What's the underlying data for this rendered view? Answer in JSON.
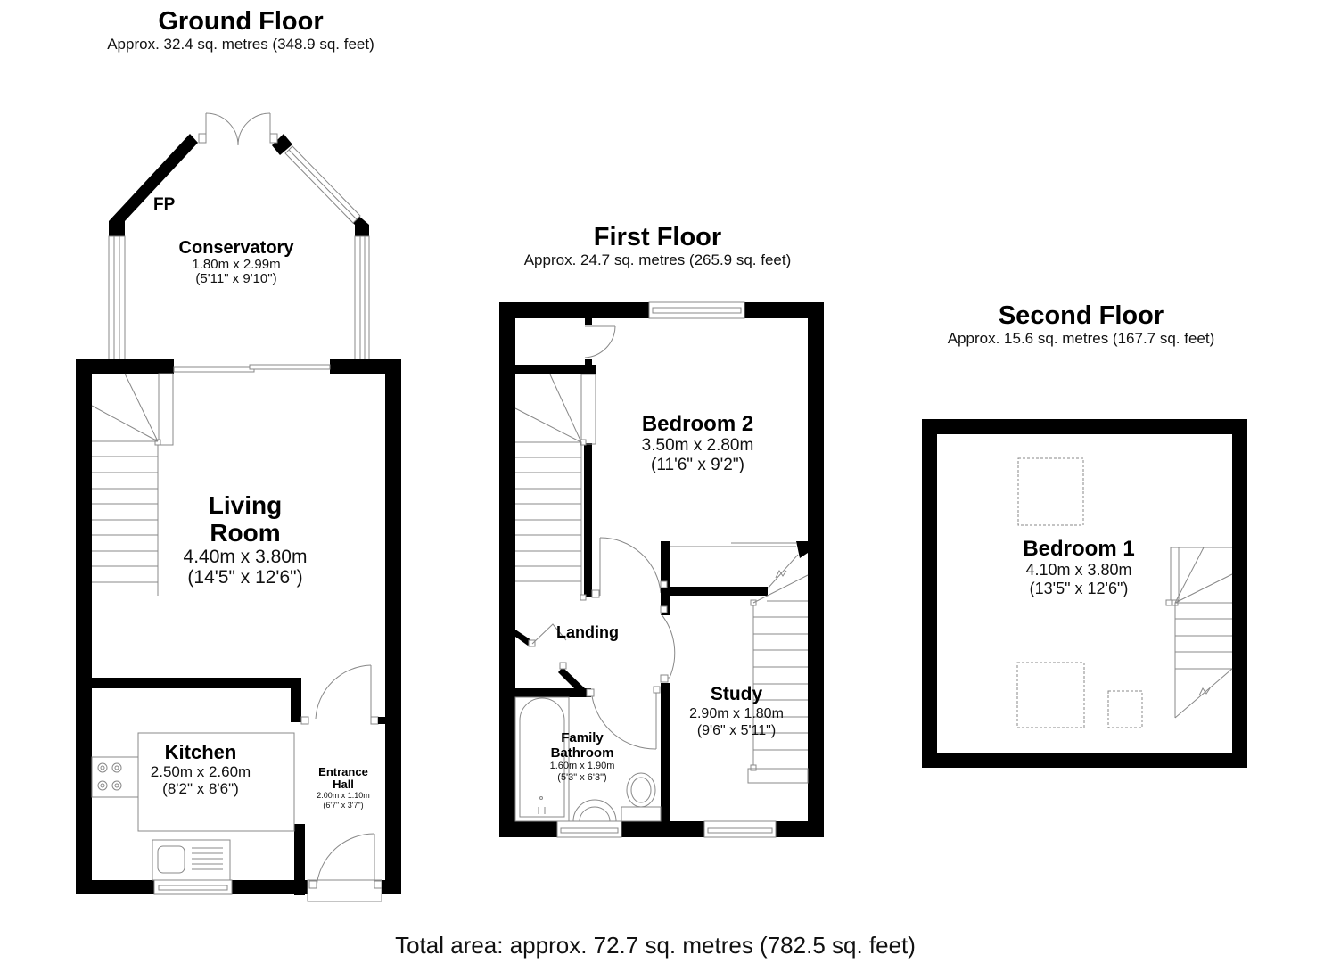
{
  "floors": {
    "ground": {
      "title": "Ground Floor",
      "area": "Approx. 32.4 sq. metres (348.9 sq. feet)",
      "rooms": {
        "conservatory": {
          "name": "Conservatory",
          "metric": "1.80m x 2.99m",
          "imperial": "(5'11\" x 9'10\")"
        },
        "fp_label": "FP",
        "living": {
          "name_line1": "Living",
          "name_line2": "Room",
          "metric": "4.40m x 3.80m",
          "imperial": "(14'5\" x 12'6\")"
        },
        "kitchen": {
          "name": "Kitchen",
          "metric": "2.50m x 2.60m",
          "imperial": "(8'2\" x 8'6\")"
        },
        "entrance": {
          "name_line1": "Entrance",
          "name_line2": "Hall",
          "metric": "2.00m x 1.10m",
          "imperial": "(6'7\" x 3'7\")"
        }
      }
    },
    "first": {
      "title": "First Floor",
      "area": "Approx. 24.7 sq. metres (265.9 sq. feet)",
      "rooms": {
        "bedroom2": {
          "name": "Bedroom 2",
          "metric": "3.50m x 2.80m",
          "imperial": "(11'6\" x 9'2\")"
        },
        "landing": {
          "name": "Landing"
        },
        "bathroom": {
          "name_line1": "Family",
          "name_line2": "Bathroom",
          "metric": "1.60m x 1.90m",
          "imperial": "(5'3\" x 6'3\")"
        },
        "study": {
          "name": "Study",
          "metric": "2.90m x 1.80m",
          "imperial": "(9'6\" x 5'11\")"
        }
      }
    },
    "second": {
      "title": "Second Floor",
      "area": "Approx. 15.6 sq. metres (167.7 sq. feet)",
      "rooms": {
        "bedroom1": {
          "name": "Bedroom 1",
          "metric": "4.10m x 3.80m",
          "imperial": "(13'5\" x 12'6\")"
        }
      }
    }
  },
  "total_area": "Total area: approx. 72.7 sq. metres (782.5 sq. feet)",
  "colors": {
    "wall": "#000000",
    "fixture_line": "#888888",
    "background": "#ffffff"
  }
}
